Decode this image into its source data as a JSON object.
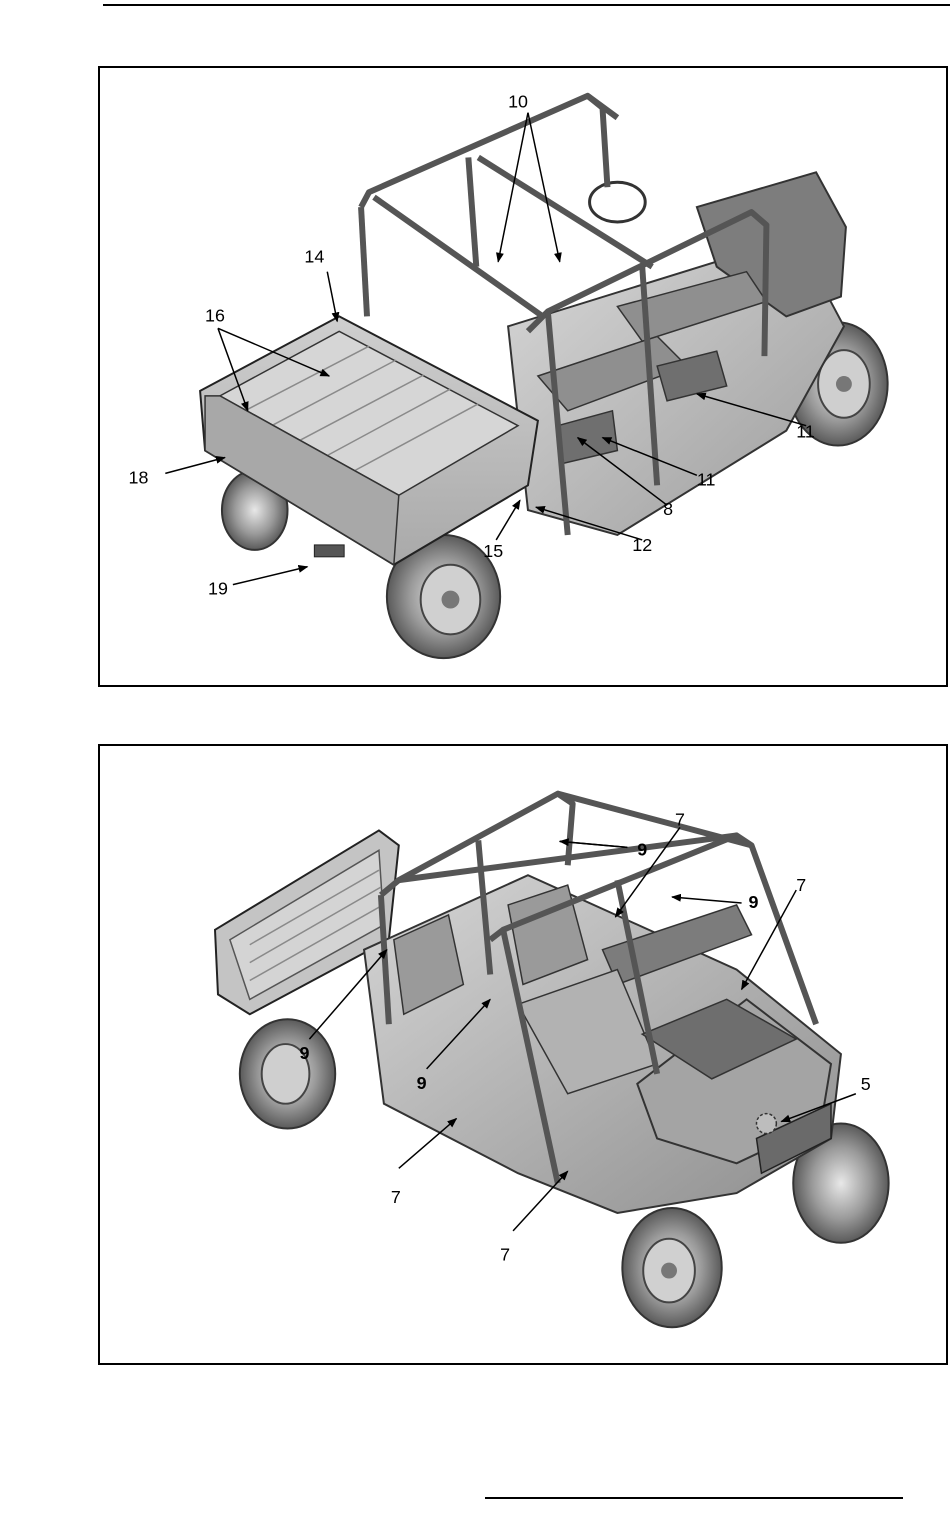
{
  "figure_top": {
    "callouts": {
      "c10": "10",
      "c14": "14",
      "c16": "16",
      "c18": "18",
      "c11a": "11",
      "c11b": "11",
      "c8": "8",
      "c12": "12",
      "c15": "15",
      "c19": "19"
    }
  },
  "figure_bottom": {
    "callouts": {
      "c7a": "7",
      "c9a": "9",
      "c9b": "9",
      "c7b": "7",
      "c9c": "9",
      "c9d": "9",
      "c5": "5",
      "c7c": "7",
      "c7d": "7"
    }
  }
}
